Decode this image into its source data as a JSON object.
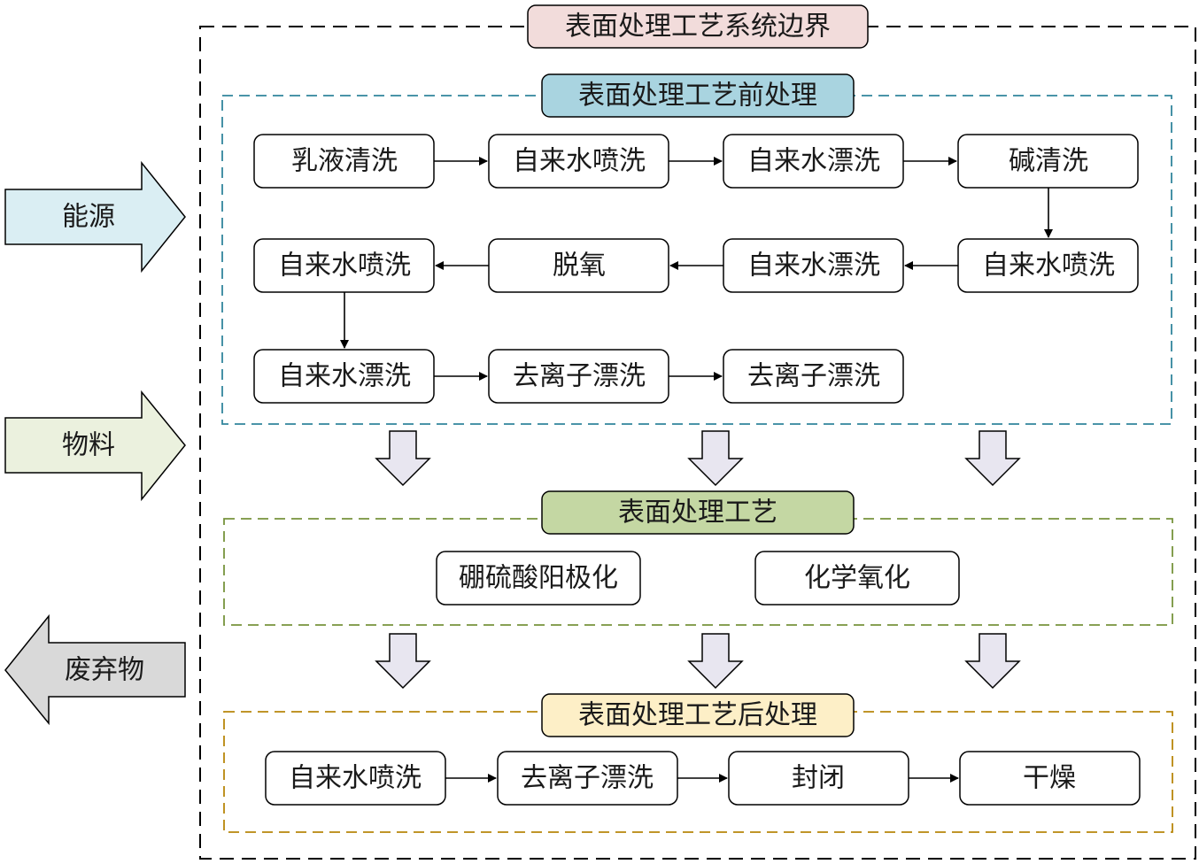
{
  "system_boundary": {
    "title": "表面处理工艺系统边界"
  },
  "inputs": {
    "energy": "能源",
    "materials": "物料",
    "waste": "废弃物"
  },
  "pretreatment": {
    "title": "表面处理工艺前处理",
    "steps": [
      "乳液清洗",
      "自来水喷洗",
      "自来水漂洗",
      "碱清洗",
      "自来水喷洗",
      "自来水漂洗",
      "脱氧",
      "自来水喷洗",
      "自来水漂洗",
      "去离子漂洗",
      "去离子漂洗"
    ]
  },
  "process": {
    "title": "表面处理工艺",
    "steps": [
      "硼硫酸阳极化",
      "化学氧化"
    ]
  },
  "posttreatment": {
    "title": "表面处理工艺后处理",
    "steps": [
      "自来水喷洗",
      "去离子漂洗",
      "封闭",
      "干燥"
    ]
  },
  "colors": {
    "system_title_fill": "#f2dcdb",
    "pre_title_fill": "#a9d4e0",
    "pre_border": "#31859c",
    "process_title_fill": "#c4d7a3",
    "process_border": "#77933c",
    "post_title_fill": "#fdefc7",
    "post_border": "#b8860b",
    "energy_fill": "#daeef3",
    "materials_fill": "#ebf1de",
    "waste_fill": "#d9d9d9",
    "down_arrow_fill": "#e8e6f0"
  }
}
